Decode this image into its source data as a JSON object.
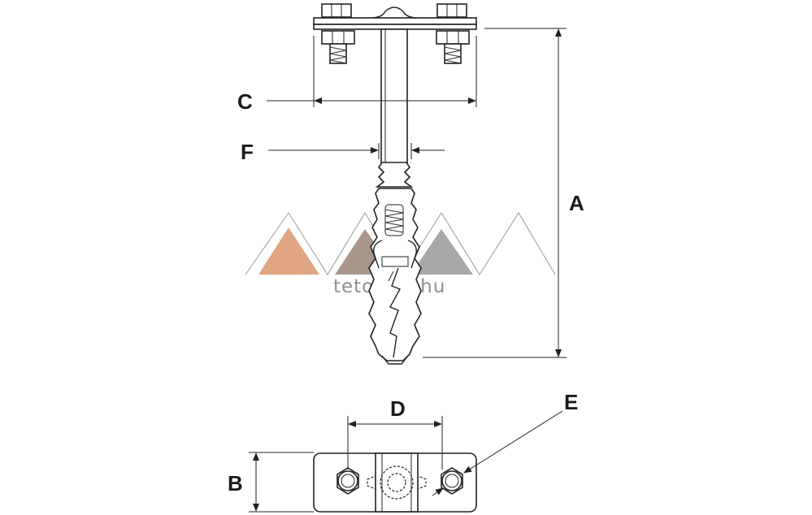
{
  "dimensions": {
    "A": "A",
    "B": "B",
    "C": "C",
    "D": "D",
    "E": "E",
    "F": "F"
  },
  "watermark": {
    "text": "tetotem.hu",
    "colors": [
      "#e0a581",
      "#a8978a",
      "#a8a8a8"
    ]
  }
}
